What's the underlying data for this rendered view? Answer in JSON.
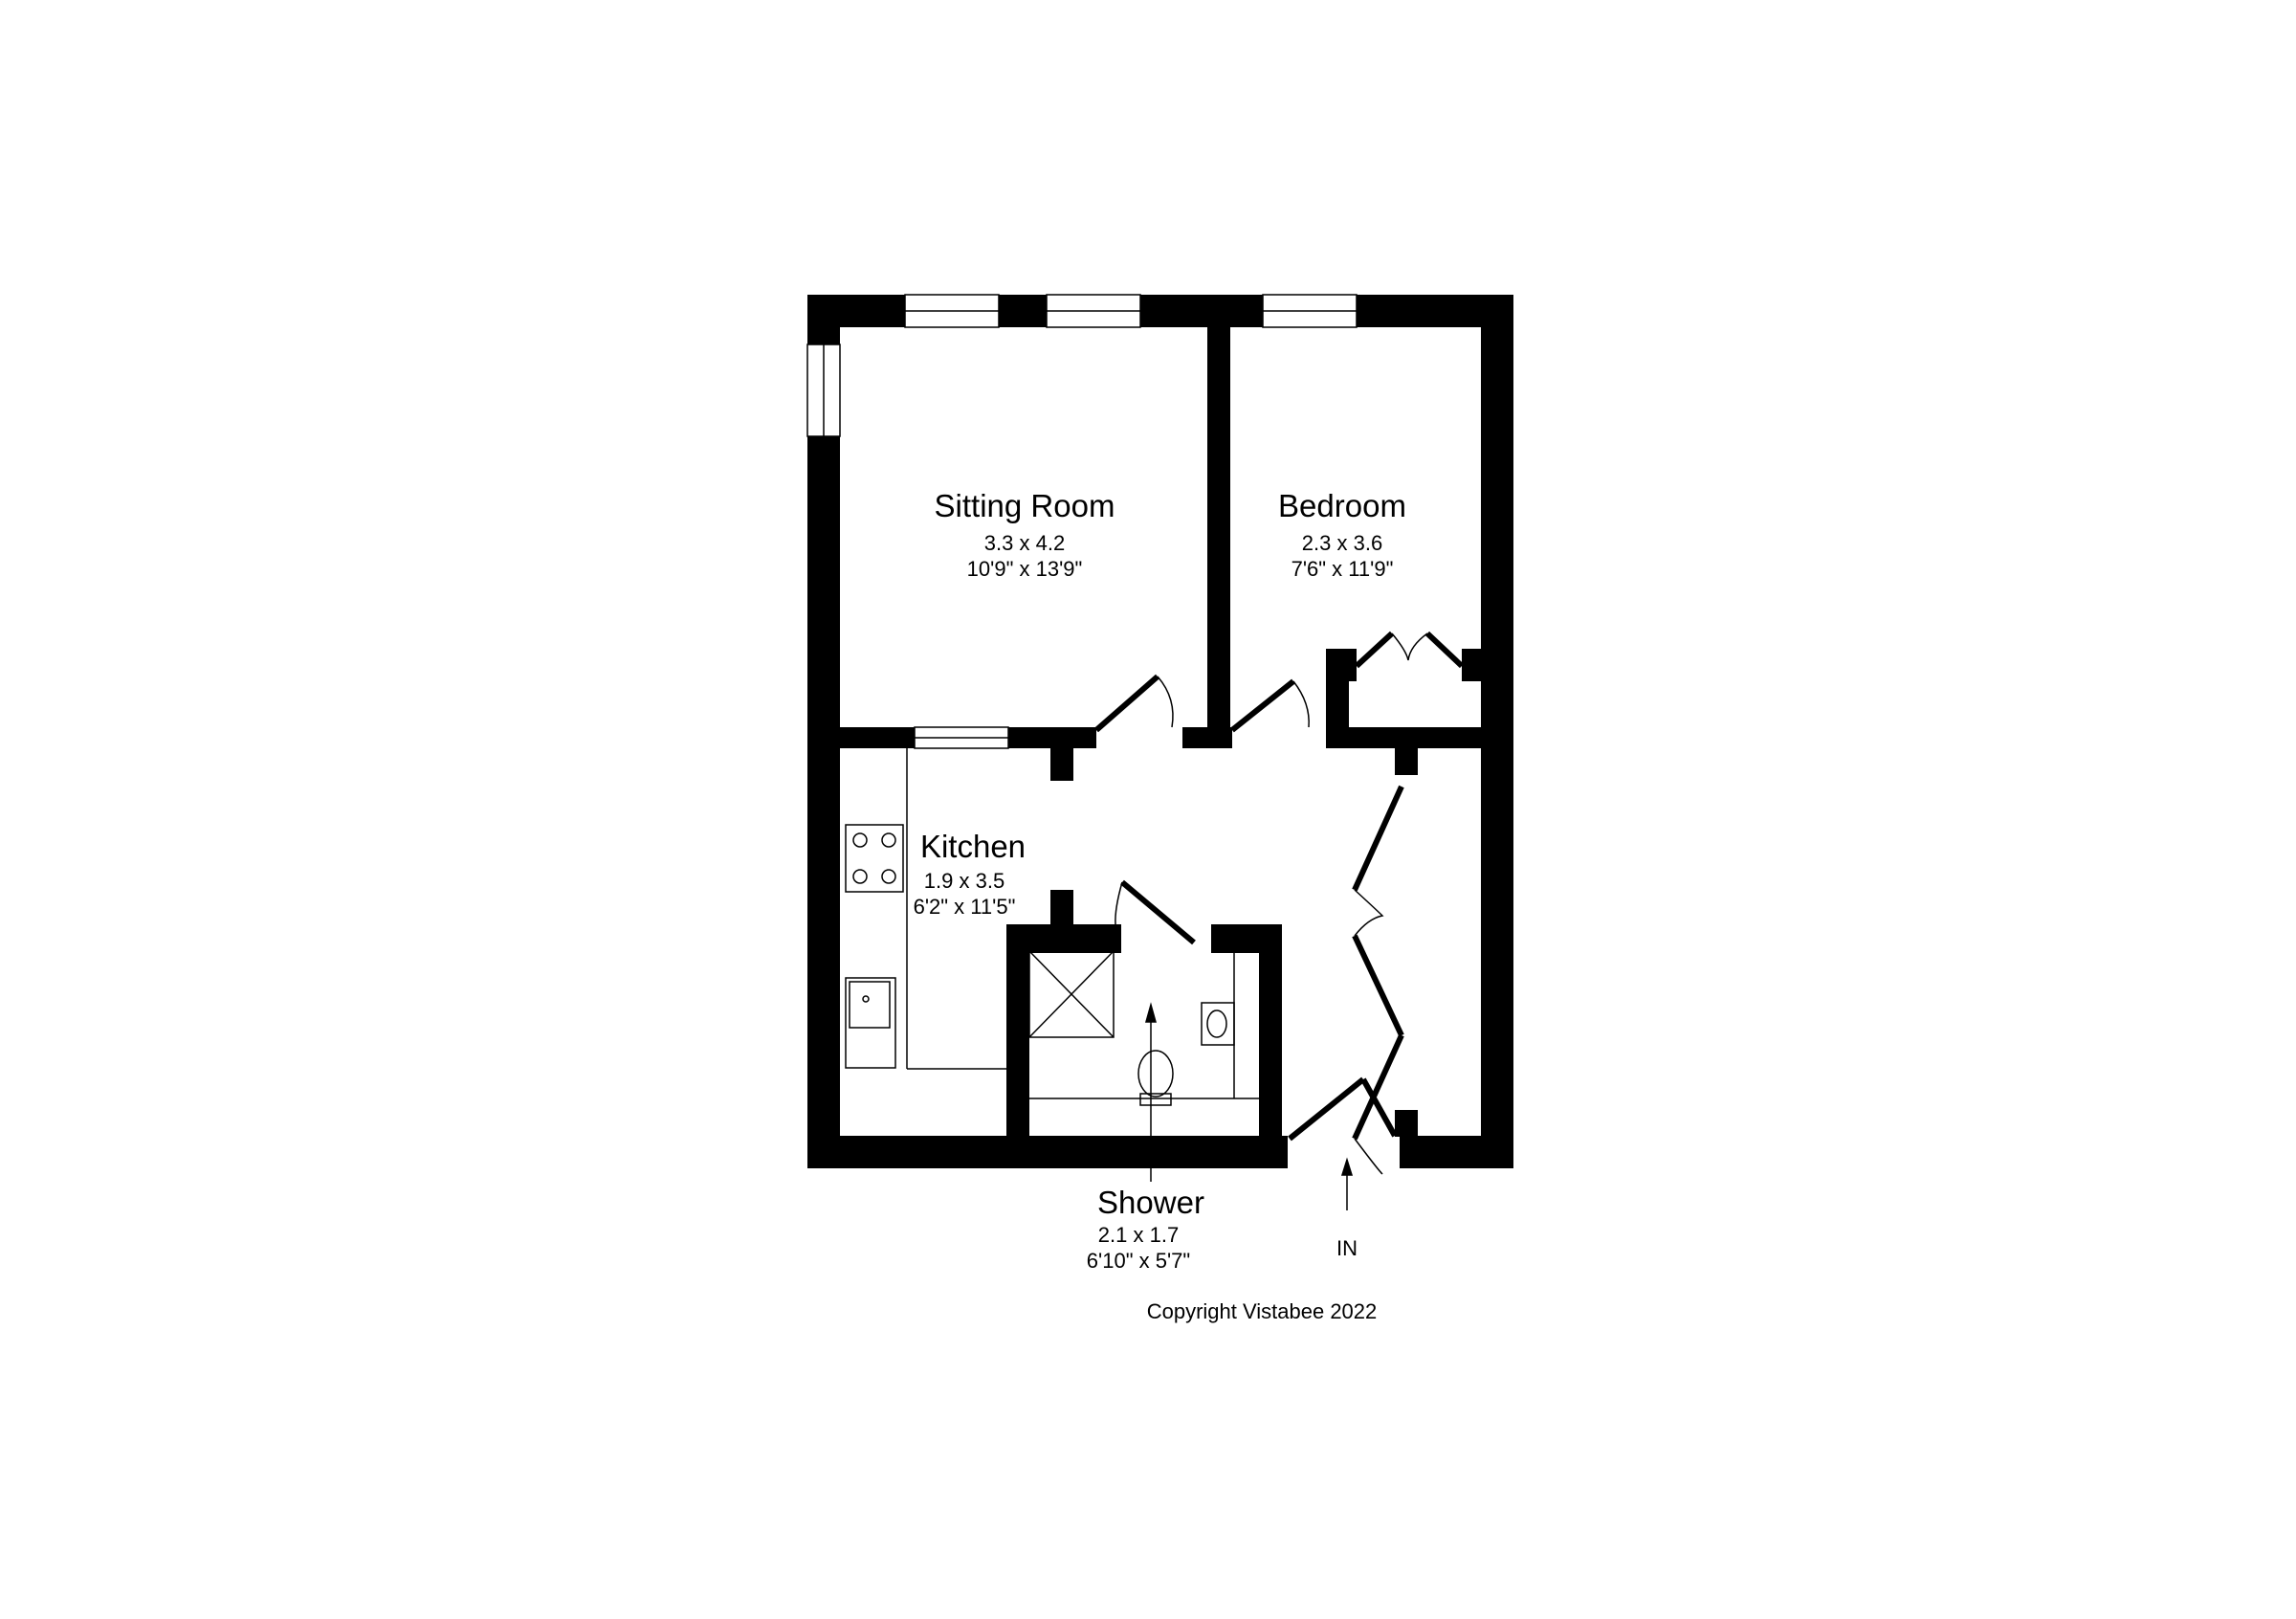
{
  "floorplan": {
    "rooms": [
      {
        "name": "Sitting Room",
        "metric": "3.3 x 4.2",
        "imperial": "10'9\" x 13'9\""
      },
      {
        "name": "Bedroom",
        "metric": "2.3 x 3.6",
        "imperial": "7'6\" x 11'9\""
      },
      {
        "name": "Kitchen",
        "metric": "1.9 x 3.5",
        "imperial": "6'2\" x 11'5\""
      },
      {
        "name": "Shower",
        "metric": "2.1 x 1.7",
        "imperial": "6'10\" x 5'7\""
      }
    ],
    "entrance_label": "IN",
    "copyright": "Copyright Vistabee 2022",
    "wall_color": "#000000",
    "background": "#ffffff"
  }
}
